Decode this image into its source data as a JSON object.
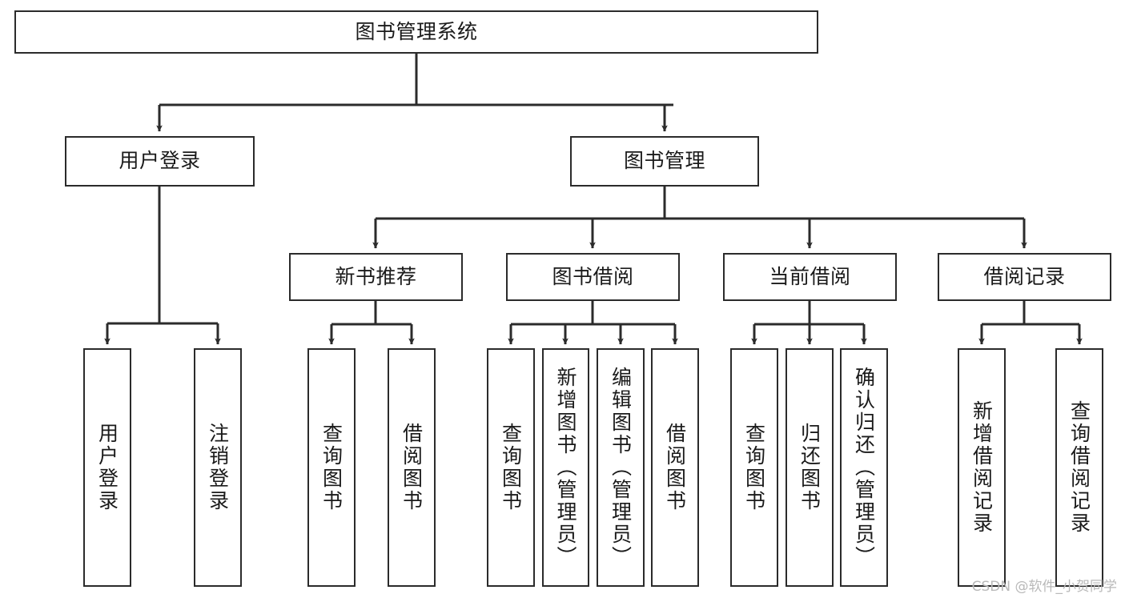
{
  "diagram": {
    "title": "图书管理系统",
    "type": "tree-hierarchy",
    "watermark": "CSDN @软件_小贺同学",
    "colors": {
      "stroke": "#2b2b2b",
      "fill": "#ffffff",
      "text": "#1a1a1a",
      "watermark": "#b9b9b9"
    },
    "levels": {
      "root": {
        "label": "图书管理系统"
      },
      "level1": [
        {
          "label": "用户登录"
        },
        {
          "label": "图书管理"
        }
      ],
      "level2": [
        {
          "label": "新书推荐"
        },
        {
          "label": "图书借阅"
        },
        {
          "label": "当前借阅"
        },
        {
          "label": "借阅记录"
        }
      ],
      "leaves": {
        "user_login": [
          {
            "label": "用户登录"
          },
          {
            "label": "注销登录"
          }
        ],
        "new_book_recommend": [
          {
            "label": "查询图书"
          },
          {
            "label": "借阅图书"
          }
        ],
        "book_borrow": [
          {
            "label": "查询图书"
          },
          {
            "label": "新增图书（管理员）"
          },
          {
            "label": "编辑图书（管理员）"
          },
          {
            "label": "借阅图书"
          }
        ],
        "current_borrow": [
          {
            "label": "查询图书"
          },
          {
            "label": "归还图书"
          },
          {
            "label": "确认归还（管理员）"
          }
        ],
        "borrow_record": [
          {
            "label": "新增借阅记录"
          },
          {
            "label": "查询借阅记录"
          }
        ]
      }
    }
  }
}
